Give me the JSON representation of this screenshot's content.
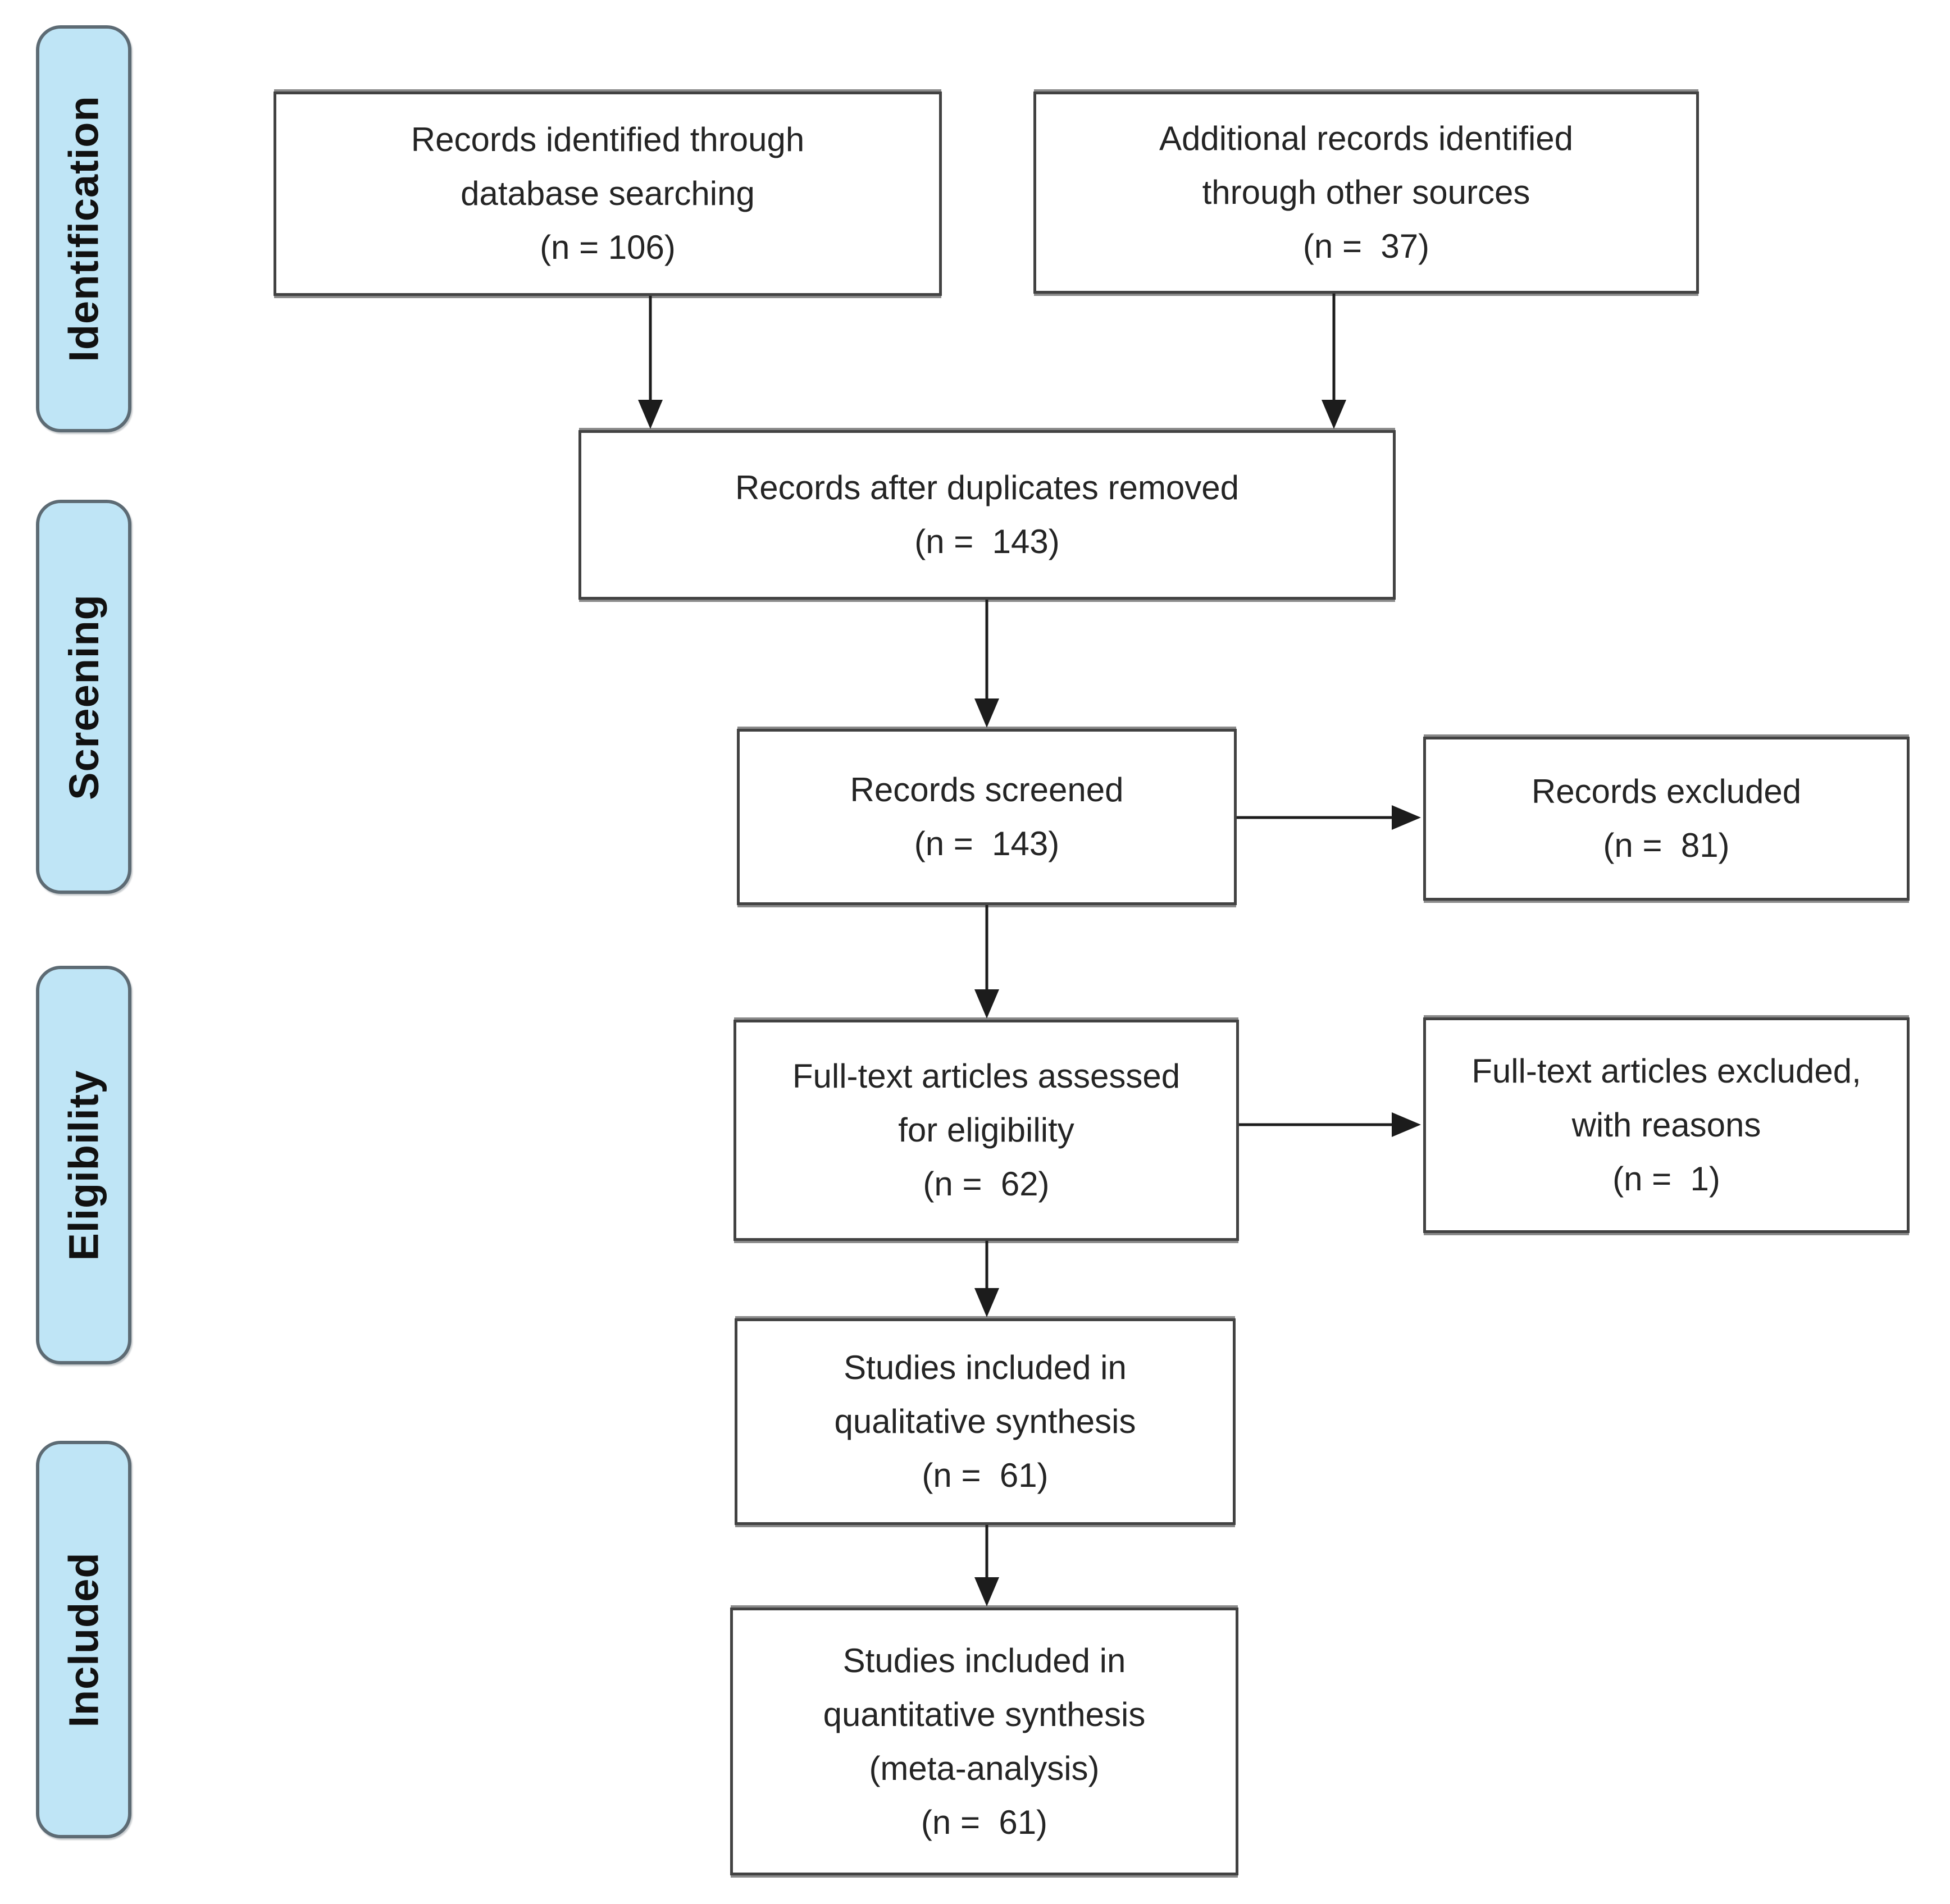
{
  "palette": {
    "phase_fill": "#bfe5f6",
    "phase_border": "#5d6b74",
    "box_fill": "#ffffff",
    "box_border": "#424242",
    "arrow": "#1c1c1c",
    "text": "#242424"
  },
  "phases": [
    {
      "label": "Identification"
    },
    {
      "label": "Screening"
    },
    {
      "label": "Eligibility"
    },
    {
      "label": "Included"
    }
  ],
  "boxes": {
    "identified": {
      "text": "Records identified through\ndatabase searching\n(n = 106)",
      "n": 106
    },
    "additional": {
      "text": "Additional records identified\nthrough other sources\n(n =  37)",
      "n": 37
    },
    "deduplicated": {
      "text": "Records after duplicates removed\n(n =  143)",
      "n": 143
    },
    "screened": {
      "text": "Records screened\n(n =  143)",
      "n": 143
    },
    "records_excluded": {
      "text": "Records excluded\n(n =  81)",
      "n": 81
    },
    "fulltext_assessed": {
      "text": "Full-text articles assessed\nfor eligibility\n(n =  62)",
      "n": 62
    },
    "fulltext_excluded": {
      "text": "Full-text articles excluded,\nwith reasons\n(n =  1)",
      "n": 1
    },
    "qualitative": {
      "text": "Studies included in\nqualitative synthesis\n(n =  61)",
      "n": 61
    },
    "quantitative": {
      "text": "Studies included in\nquantitative synthesis\n(meta-analysis)\n(n =  61)",
      "n": 61
    }
  }
}
